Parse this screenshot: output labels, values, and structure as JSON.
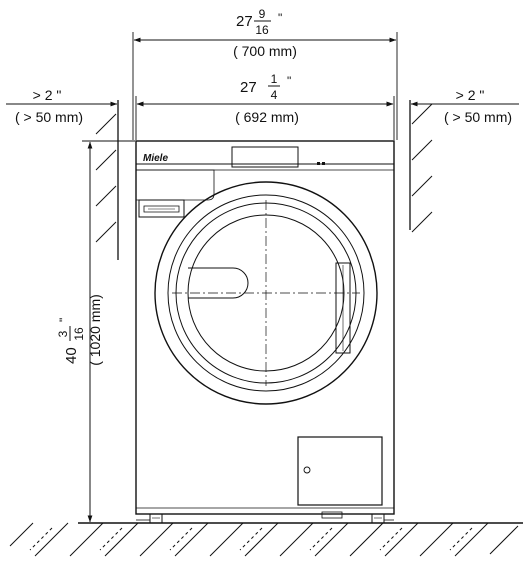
{
  "dimensions": {
    "outer_width": {
      "whole": "27",
      "num": "9",
      "den": "16",
      "unit_in": "\"",
      "metric": "( 700 mm)"
    },
    "body_width": {
      "whole": "27",
      "num": "1",
      "den": "4",
      "unit_in": "\"",
      "metric": "( 692 mm)"
    },
    "clearance_left": {
      "imperial": "> 2 \"",
      "metric": "( > 50 mm)"
    },
    "clearance_right": {
      "imperial": "> 2 \"",
      "metric": "( > 50 mm)"
    },
    "height": {
      "whole": "40",
      "num": "3",
      "den": "16",
      "unit_in": "\"",
      "metric": "( 1020 mm)"
    }
  },
  "brand": {
    "logo_text": "Miele"
  },
  "icons": [
    "machine-front-view",
    "door-porthole",
    "detergent-drawer",
    "service-panel",
    "floor-hatching",
    "wall-hatching"
  ]
}
